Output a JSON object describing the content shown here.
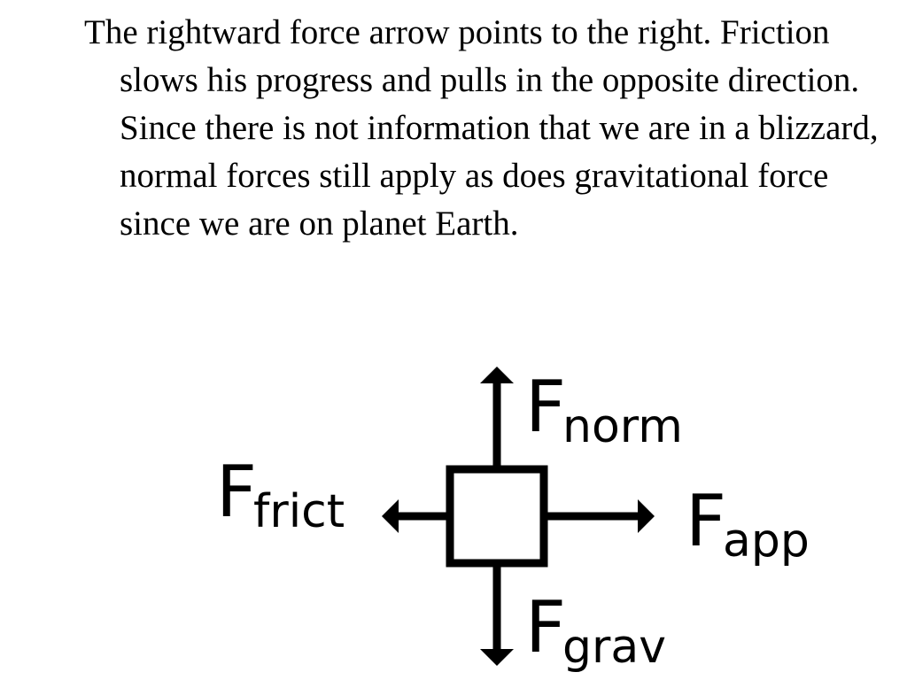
{
  "paragraph": "The rightward force arrow points to the right. Friction slows his progress and pulls in the opposite direction. Since there is not information that we are in a blizzard, normal forces still apply as does gravitational force since we are on planet Earth.",
  "diagram": {
    "forces": {
      "normal": {
        "symbol": "F",
        "subscript": "norm",
        "direction": "up"
      },
      "applied": {
        "symbol": "F",
        "subscript": "app",
        "direction": "right"
      },
      "friction": {
        "symbol": "F",
        "subscript": "frict",
        "direction": "left"
      },
      "gravity": {
        "symbol": "F",
        "subscript": "grav",
        "direction": "down"
      }
    },
    "colors": {
      "stroke": "#000000",
      "box_fill": "#ffffff"
    }
  }
}
